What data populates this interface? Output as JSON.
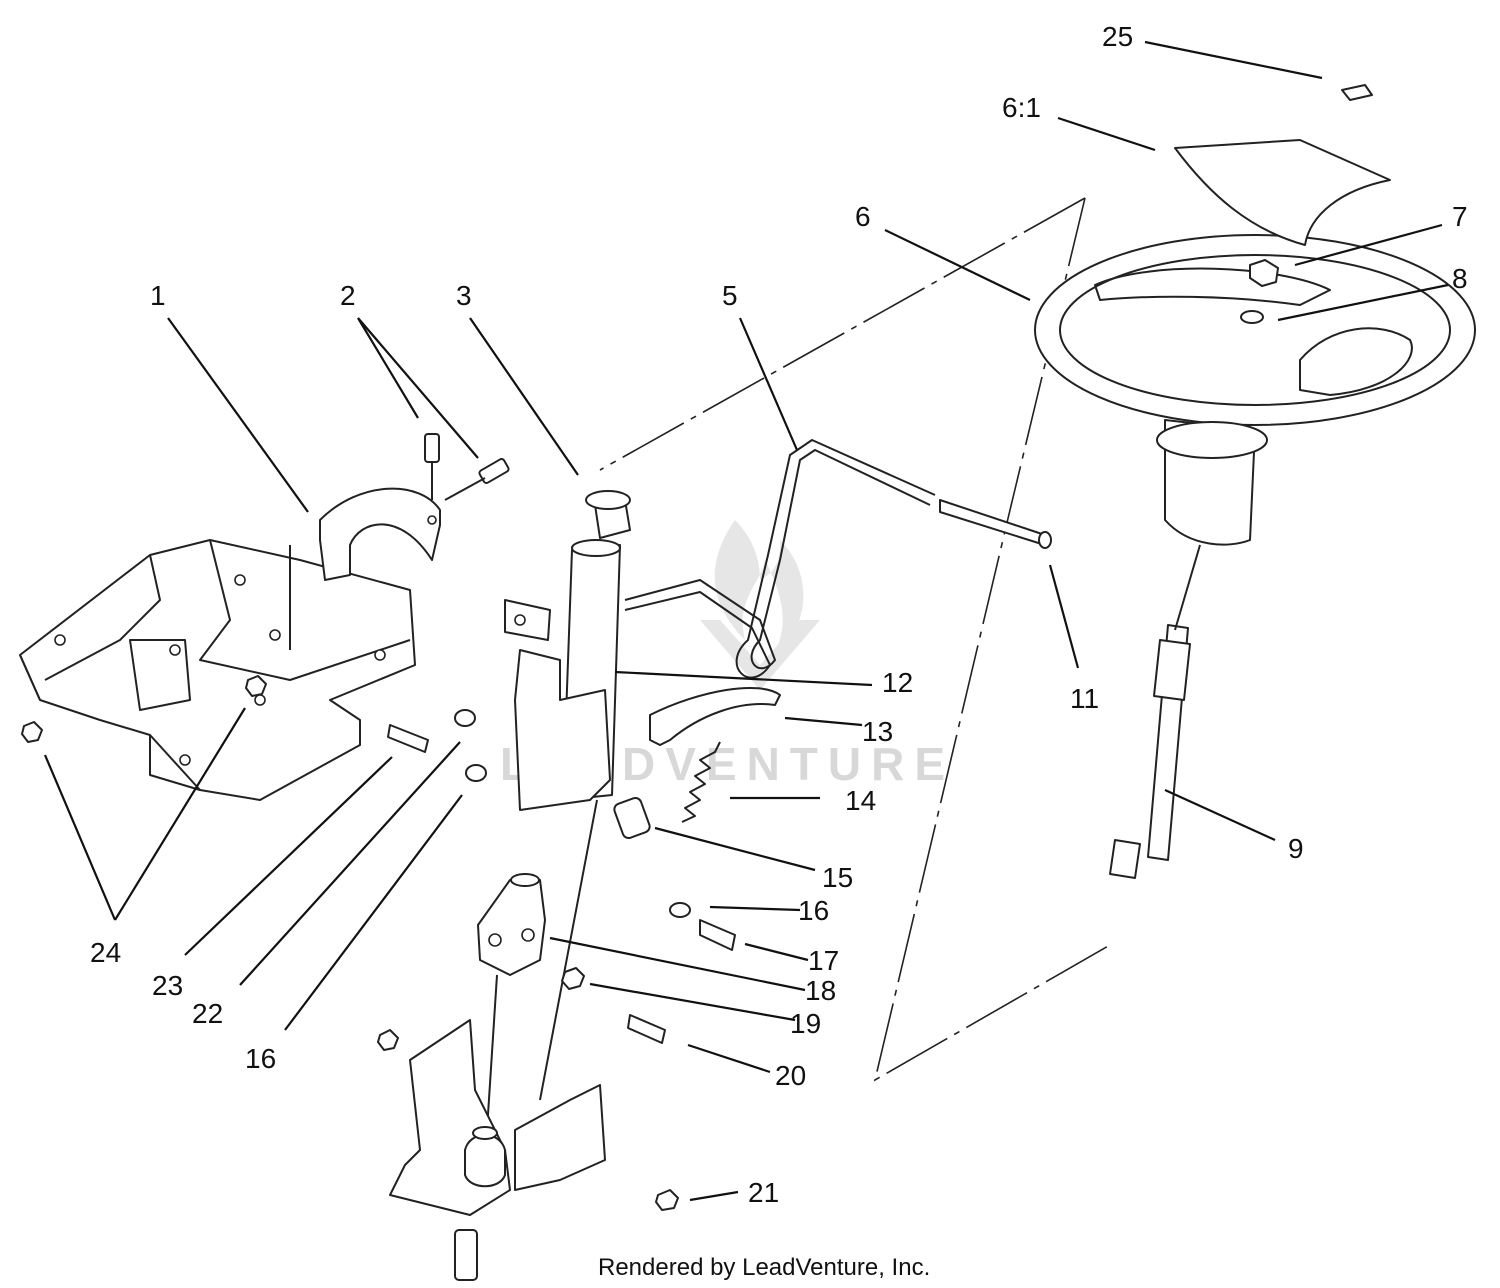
{
  "callouts": [
    "1",
    "2",
    "3",
    "5",
    "6:1",
    "6",
    "7",
    "8",
    "9",
    "11",
    "12",
    "13",
    "14",
    "15",
    "16",
    "17",
    "18",
    "19",
    "20",
    "21",
    "22",
    "23",
    "16",
    "24",
    "25"
  ],
  "watermark": "LEADVENTURE",
  "credit": "Rendered by LeadVenture, Inc."
}
